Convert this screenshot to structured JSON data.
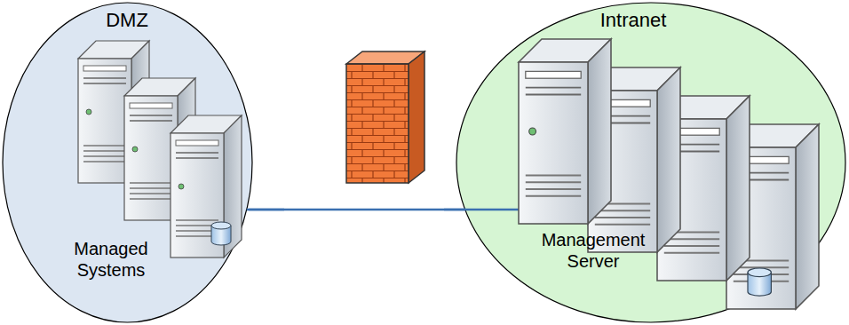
{
  "diagram": {
    "nodes": [
      {
        "text": [
          "DMZ",
          "Managed Systems"
        ]
      },
      {
        "text": [
          "Intranet",
          "Management Server"
        ]
      }
    ],
    "edges": [
      {
        "from": 0,
        "to": 1,
        "arrow": "none"
      }
    ]
  }
}
